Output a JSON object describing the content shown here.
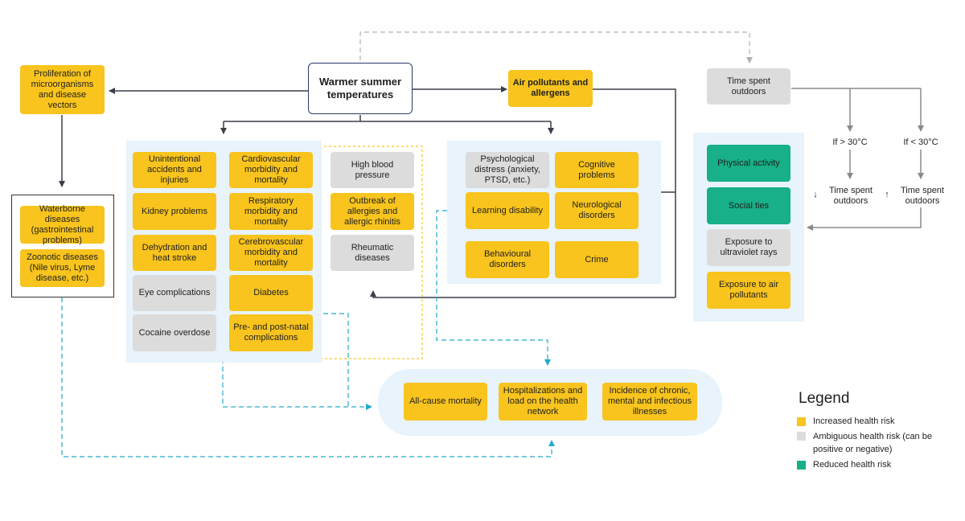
{
  "colors": {
    "increased": "#f8c41d",
    "ambiguous": "#dcdcdc",
    "reduced": "#17b088",
    "panel": "#e8f3fb",
    "arrow": "#3a3f4a",
    "dashed_teal": "#22aacc",
    "dashed_gray": "#b0b0b0",
    "dotted_yellow": "#f8c41d"
  },
  "main": {
    "label": "Warmer summer temperatures"
  },
  "top": {
    "proliferation": "Proliferation of microorganisms and disease vectors",
    "air_pollutants": "Air pollutants and allergens",
    "time_spent": "Time spent outdoors"
  },
  "vector_diseases": {
    "waterborne": "Waterborne diseases (gastrointestinal problems)",
    "zoonotic": "Zoonotic diseases (Nile virus, Lyme disease, etc.)"
  },
  "physical": {
    "col1": [
      {
        "label": "Unintentional accidents and injuries",
        "risk": "increased"
      },
      {
        "label": "Kidney problems",
        "risk": "increased"
      },
      {
        "label": "Dehydration and heat stroke",
        "risk": "increased"
      },
      {
        "label": "Eye complications",
        "risk": "ambiguous"
      },
      {
        "label": "Cocaine overdose",
        "risk": "ambiguous"
      }
    ],
    "col2": [
      {
        "label": "Cardiovascular morbidity and mortality",
        "risk": "increased"
      },
      {
        "label": "Respiratory morbidity and mortality",
        "risk": "increased"
      },
      {
        "label": "Cerebrovascular morbidity and mortality",
        "risk": "increased"
      },
      {
        "label": "Diabetes",
        "risk": "increased"
      },
      {
        "label": "Pre- and post-natal complications",
        "risk": "increased"
      }
    ],
    "col3": [
      {
        "label": "High blood pressure",
        "risk": "ambiguous"
      },
      {
        "label": "Outbreak of allergies and allergic rhinitis",
        "risk": "increased"
      },
      {
        "label": "Rheumatic diseases",
        "risk": "ambiguous"
      }
    ]
  },
  "mental": {
    "items": [
      {
        "label": "Psychological distress (anxiety, PTSD, etc.)",
        "risk": "ambiguous"
      },
      {
        "label": "Cognitive problems",
        "risk": "increased"
      },
      {
        "label": "Learning disability",
        "risk": "increased"
      },
      {
        "label": "Neurological disorders",
        "risk": "increased"
      },
      {
        "label": "Behavioural disorders",
        "risk": "increased"
      },
      {
        "label": "Crime",
        "risk": "increased"
      }
    ]
  },
  "outdoors": {
    "items": [
      {
        "label": "Physical activity",
        "risk": "reduced"
      },
      {
        "label": "Social ties",
        "risk": "reduced"
      },
      {
        "label": "Exposure to ultraviolet rays",
        "risk": "ambiguous"
      },
      {
        "label": "Exposure to air pollutants",
        "risk": "increased"
      }
    ],
    "if_hot": "If > 30°C",
    "if_cool": "If < 30°C",
    "hot_result": "Time spent outdoors",
    "cool_result": "Time spent outdoors",
    "down_arrow": "↓",
    "up_arrow": "↑"
  },
  "outcomes": [
    "All-cause mortality",
    "Hospitalizations and load on the health network",
    "Incidence of chronic, mental and infectious illnesses"
  ],
  "legend": {
    "title": "Legend",
    "increased": "Increased health risk",
    "ambiguous": "Ambiguous health risk (can be positive or negative)",
    "reduced": "Reduced health risk"
  }
}
